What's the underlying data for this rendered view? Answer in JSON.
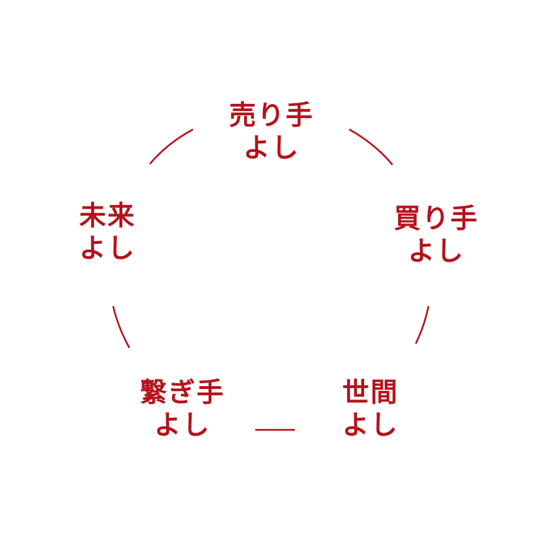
{
  "colors": {
    "accent": "#b5121b",
    "background": "#ffffff"
  },
  "nodes": [
    {
      "line1": "売り手",
      "line2": "よし"
    },
    {
      "line1": "買り手",
      "line2": "よし"
    },
    {
      "line1": "世間",
      "line2": "よし"
    },
    {
      "line1": "繋ぎ手",
      "line2": "よし"
    },
    {
      "line1": "未来",
      "line2": "よし"
    }
  ]
}
